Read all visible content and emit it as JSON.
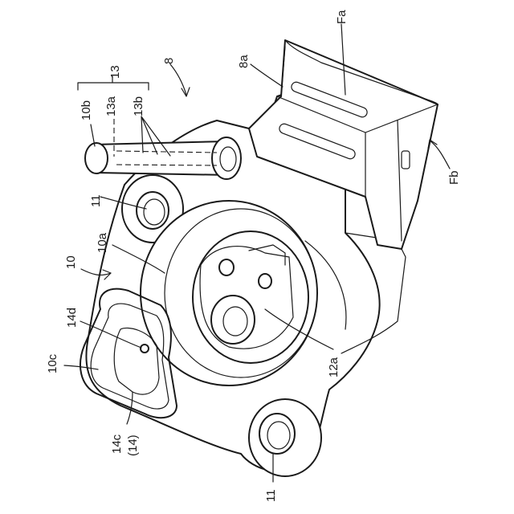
{
  "labels": {
    "l8": "8",
    "l8a": "8a",
    "lFa": "Fa",
    "lFb": "Fb",
    "l13": "13",
    "l13a": "13a",
    "l13b": "13b",
    "l10b": "10b",
    "l11_top": "11",
    "l11_bottom": "11",
    "l10a": "10a",
    "l10": "10",
    "l14d": "14d",
    "l10c": "10c",
    "l14c": "14c",
    "l14": "(14)",
    "l12a": "12a"
  }
}
